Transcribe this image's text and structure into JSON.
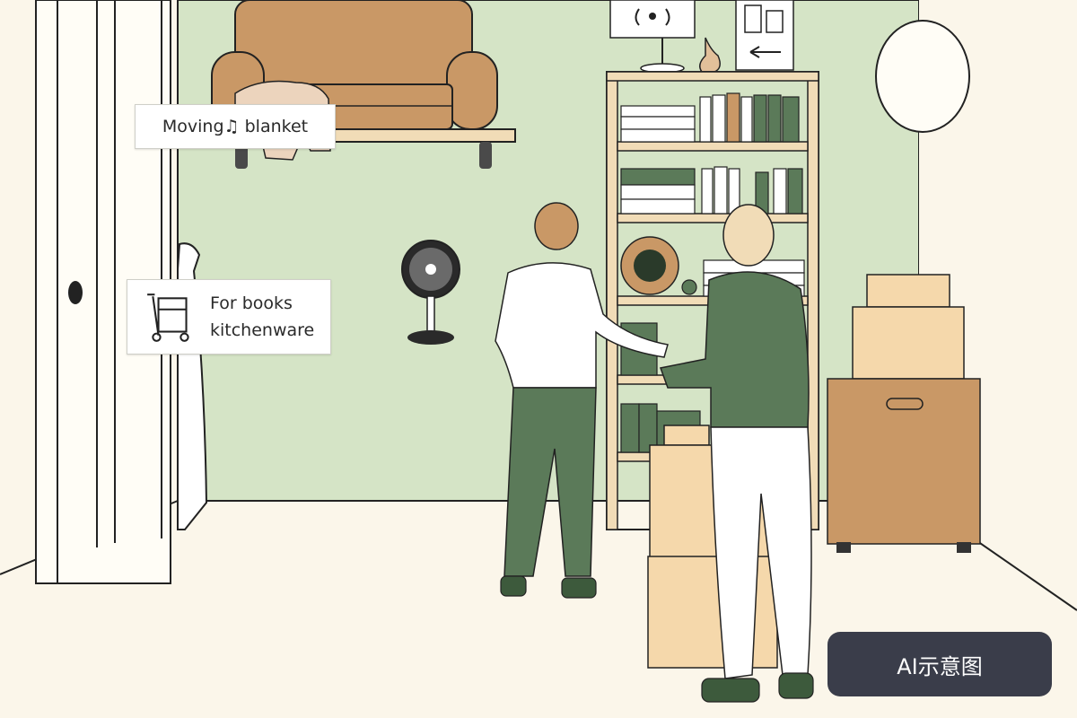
{
  "labels": {
    "moving_blanket": "Moving♫ blanket",
    "book_box_line1": "For books",
    "book_box_line2": "kitchenware"
  },
  "badge": {
    "text": "AI示意图"
  },
  "colors": {
    "wall": "#d5e4c6",
    "floor": "#fbf6ea",
    "wood_shelf": "#f1dcb7",
    "sofa": "#c99866",
    "cardboard": "#f5d8ab",
    "sweater_green": "#5b7a59",
    "badge_bg": "#3a3d4a"
  },
  "icons": [
    "fan-icon",
    "hand-truck-icon",
    "wall-sign-icon",
    "lamp-icon"
  ]
}
